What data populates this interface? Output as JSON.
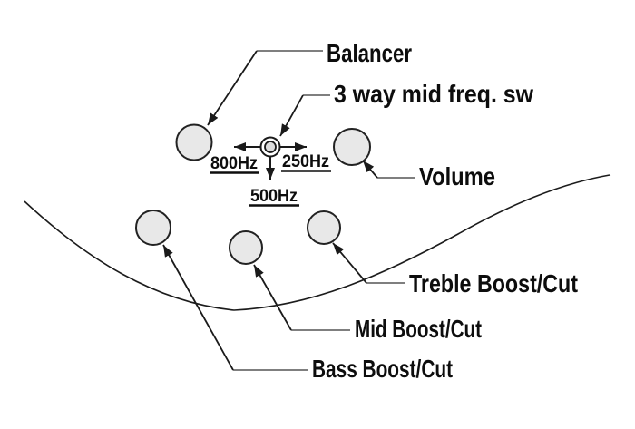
{
  "labels": {
    "balancer": "Balancer",
    "mid_freq_switch": "3 way mid freq. sw",
    "volume": "Volume",
    "treble": "Treble Boost/Cut",
    "mid": "Mid Boost/Cut",
    "bass": "Bass Boost/Cut"
  },
  "switch_positions": {
    "left": "800Hz",
    "right": "250Hz",
    "down": "500Hz"
  },
  "colors": {
    "knob_fill": "#e8e8e8",
    "switch_dot_fill": "#dcdcdc",
    "switch_ring_fill": "#ffffff",
    "line": "#1a1a1a",
    "leader_gray": "#7f7f7f",
    "text": "#0d0d0d",
    "background": "#ffffff"
  }
}
